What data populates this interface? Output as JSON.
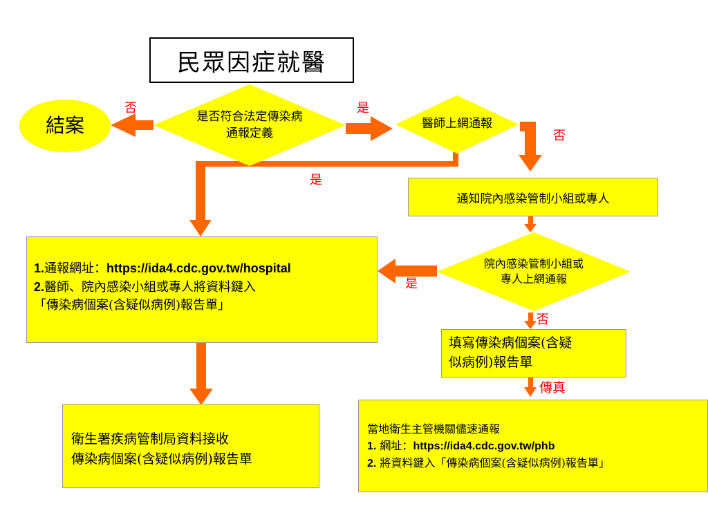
{
  "title": "民眾因症就醫",
  "close_case": "結案",
  "decision1": [
    "是否符合法定傳染病",
    "通報定義"
  ],
  "decision2": "醫師上網通報",
  "notify_box": "通知院內感染管制小組或專人",
  "report_box": {
    "line1_num": "1.",
    "line1_text": "通報網址：",
    "line1_url": "https://ida4.cdc.gov.tw/hospital",
    "line2_num": "2.",
    "line2_text": "醫師、院內感染小組或專人將資料鍵入",
    "line3": "「傳染病個案(含疑似病例)報告單」"
  },
  "decision3": [
    "院內感染管制小組或",
    "專人上網通報"
  ],
  "fill_box": [
    "填寫傳染病個案(含疑",
    "似病例)報告單"
  ],
  "cdc_box": [
    "衛生署疾病管制局資料接收",
    "傳染病個案(含疑似病例)報告單"
  ],
  "local_box": {
    "line1": "當地衛生主管機關儘速通報",
    "line2_num": "1.",
    "line2_text": " 網址：",
    "line2_url": "https://ida4.cdc.gov.tw/phb",
    "line3_num": "2.",
    "line3_text": " 將資料鍵入「傳染病個案(含疑似病例)報告單」"
  },
  "labels": {
    "no1": "否",
    "yes1": "是",
    "no2": "否",
    "yes2": "是",
    "yes3": "是",
    "no3": "否",
    "fax": "傳真"
  },
  "colors": {
    "arrow": "#ff6600",
    "box_fill": "#ffff00",
    "label": "#ff0000"
  }
}
